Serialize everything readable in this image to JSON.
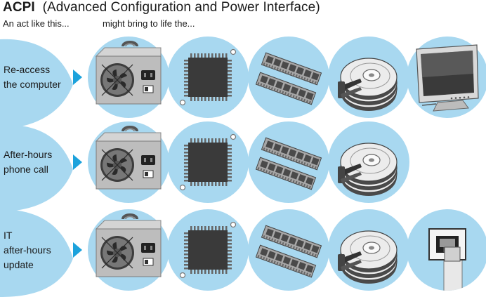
{
  "header": {
    "title_bold": "ACPI",
    "title_rest": "(Advanced Configuration and Power Interface)",
    "subtitle_left": "An act like this...",
    "subtitle_right": "might bring to life the..."
  },
  "colors": {
    "bubble": "#a8d8f0",
    "arrow": "#1ca2dc",
    "metal": "#b9b9b9",
    "chip": "#3a3a3a"
  },
  "rows": [
    {
      "label_lines": [
        "Re-access",
        "the computer"
      ],
      "icons": [
        "power-supply-icon",
        "cpu-chip-icon",
        "ram-modules-icon",
        "hard-disk-icon",
        "monitor-icon"
      ]
    },
    {
      "label_lines": [
        "After-hours",
        "phone call"
      ],
      "icons": [
        "power-supply-icon",
        "cpu-chip-icon",
        "ram-modules-icon",
        "hard-disk-icon"
      ]
    },
    {
      "label_lines": [
        "IT",
        "after-hours",
        "update"
      ],
      "icons": [
        "power-supply-icon",
        "cpu-chip-icon",
        "ram-modules-icon",
        "hard-disk-icon",
        "network-port-icon"
      ]
    }
  ]
}
